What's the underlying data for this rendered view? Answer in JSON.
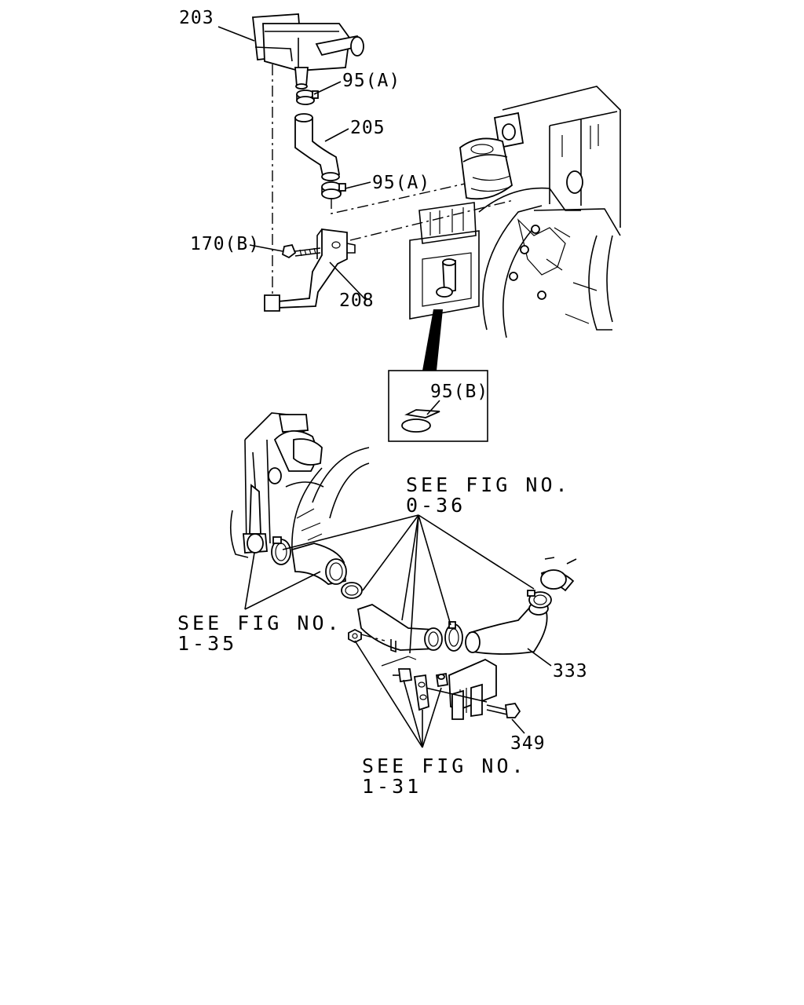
{
  "labels": {
    "p203": "203",
    "p95a_1": "95(A)",
    "p205": "205",
    "p95a_2": "95(A)",
    "p170b": "170(B)",
    "p208": "208",
    "p95b": "95(B)",
    "p333": "333",
    "p349": "349"
  },
  "references": {
    "fig036_l1": "SEE FIG NO.",
    "fig036_l2": "0-36",
    "fig135_l1": "SEE FIG NO.",
    "fig135_l2": "1-35",
    "fig131_l1": "SEE FIG NO.",
    "fig131_l2": "1-31"
  }
}
